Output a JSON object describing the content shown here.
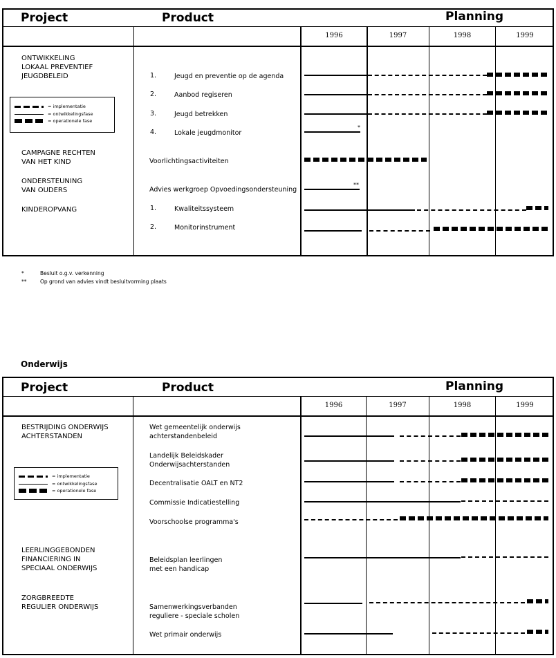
{
  "chart_data": [
    {
      "type": "gantt",
      "title": "",
      "columns": {
        "project": "Project",
        "product": "Product",
        "planning": "Planning"
      },
      "years": [
        "1996",
        "1997",
        "1998",
        "1999"
      ],
      "legend": [
        {
          "style": "dashed",
          "label": "= implementatie"
        },
        {
          "style": "solid",
          "label": "= ontwikkelingsfase"
        },
        {
          "style": "thick-dashed",
          "label": "= operationele fase"
        }
      ],
      "projects": [
        {
          "name": "ONTWIKKELING LOKAAL PREVENTIEF JEUGDBELEID",
          "products": [
            {
              "num": "1.",
              "name": "Jeugd en preventie op de agenda",
              "phases": [
                {
                  "phase": "ontwikkelingsfase",
                  "from": 1996.0,
                  "to": 1997.0
                },
                {
                  "phase": "implementatie",
                  "from": 1997.0,
                  "to": 1998.9
                },
                {
                  "phase": "operationele fase",
                  "from": 1998.9,
                  "to": 2000.0
                }
              ]
            },
            {
              "num": "2.",
              "name": "Aanbod regiseren",
              "phases": [
                {
                  "phase": "ontwikkelingsfase",
                  "from": 1996.0,
                  "to": 1997.0
                },
                {
                  "phase": "implementatie",
                  "from": 1997.0,
                  "to": 1998.9
                },
                {
                  "phase": "operationele fase",
                  "from": 1998.9,
                  "to": 2000.0
                }
              ]
            },
            {
              "num": "3.",
              "name": "Jeugd betrekken",
              "phases": [
                {
                  "phase": "ontwikkelingsfase",
                  "from": 1996.0,
                  "to": 1997.0
                },
                {
                  "phase": "implementatie",
                  "from": 1997.0,
                  "to": 1998.9
                },
                {
                  "phase": "operationele fase",
                  "from": 1998.9,
                  "to": 2000.0
                }
              ]
            },
            {
              "num": "4.",
              "name": "Lokale jeugdmonitor",
              "phases": [
                {
                  "phase": "ontwikkelingsfase",
                  "from": 1996.0,
                  "to": 1996.85
                }
              ],
              "marker": "*"
            }
          ]
        },
        {
          "name": "CAMPAGNE RECHTEN VAN HET KIND",
          "products": [
            {
              "num": "",
              "name": "Voorlichtingsactiviteiten",
              "phases": [
                {
                  "phase": "operationele fase",
                  "from": 1996.0,
                  "to": 1998.0
                }
              ]
            }
          ]
        },
        {
          "name": "ONDERSTEUNING VAN OUDERS",
          "products": [
            {
              "num": "",
              "name": "Advies werkgroep Opvoedingsondersteuning",
              "phases": [
                {
                  "phase": "ontwikkelingsfase",
                  "from": 1996.0,
                  "to": 1996.85
                }
              ],
              "marker": "**"
            }
          ]
        },
        {
          "name": "KINDEROPVANG",
          "products": [
            {
              "num": "1.",
              "name": "Kwaliteitssysteem",
              "phases": [
                {
                  "phase": "ontwikkelingsfase",
                  "from": 1996.0,
                  "to": 1997.75
                },
                {
                  "phase": "implementatie",
                  "from": 1997.75,
                  "to": 1999.75
                },
                {
                  "phase": "operationele fase",
                  "from": 1999.75,
                  "to": 2000.0
                }
              ]
            },
            {
              "num": "2.",
              "name": "Monitorinstrument",
              "phases": [
                {
                  "phase": "ontwikkelingsfase",
                  "from": 1996.0,
                  "to": 1996.9
                },
                {
                  "phase": "implementatie",
                  "from": 1997.0,
                  "to": 1998.0
                },
                {
                  "phase": "operationele fase",
                  "from": 1998.0,
                  "to": 2000.0
                }
              ]
            }
          ]
        }
      ],
      "footnotes": [
        {
          "mark": "*",
          "text": "Besluit o.g.v. verkenning"
        },
        {
          "mark": "**",
          "text": "Op grond van advies vindt besluitvorming plaats"
        }
      ]
    },
    {
      "type": "gantt",
      "title": "Onderwijs",
      "columns": {
        "project": "Project",
        "product": "Product",
        "planning": "Planning"
      },
      "years": [
        "1996",
        "1997",
        "1998",
        "1999"
      ],
      "legend": [
        {
          "style": "dashed",
          "label": "= implementatie"
        },
        {
          "style": "solid",
          "label": "= ontwikkelingsfase"
        },
        {
          "style": "thick-dashed",
          "label": "= operationele fase"
        }
      ],
      "projects": [
        {
          "name": "BESTRIJDING ONDERWIJS ACHTERSTANDEN",
          "products": [
            {
              "name": "Wet gemeentelijk onderwijs achterstandenbeleid",
              "phases": [
                {
                  "phase": "ontwikkelingsfase",
                  "from": 1996.0,
                  "to": 1997.4
                },
                {
                  "phase": "implementatie",
                  "from": 1997.4,
                  "to": 1998.5
                },
                {
                  "phase": "operationele fase",
                  "from": 1998.5,
                  "to": 2000.0
                }
              ]
            },
            {
              "name": "Landelijk Beleidskader Onderwijsachterstanden",
              "phases": [
                {
                  "phase": "ontwikkelingsfase",
                  "from": 1996.0,
                  "to": 1997.4
                },
                {
                  "phase": "implementatie",
                  "from": 1997.4,
                  "to": 1998.5
                },
                {
                  "phase": "operationele fase",
                  "from": 1998.5,
                  "to": 2000.0
                }
              ]
            },
            {
              "name": "Decentralisatie OALT en NT2",
              "phases": [
                {
                  "phase": "ontwikkelingsfase",
                  "from": 1996.0,
                  "to": 1997.4
                },
                {
                  "phase": "implementatie",
                  "from": 1997.4,
                  "to": 1998.5
                },
                {
                  "phase": "operationele fase",
                  "from": 1998.5,
                  "to": 2000.0
                }
              ]
            },
            {
              "name": "Commissie Indicatiestelling",
              "phases": [
                {
                  "phase": "ontwikkelingsfase",
                  "from": 1996.0,
                  "to": 1998.5
                },
                {
                  "phase": "implementatie",
                  "from": 1998.5,
                  "to": 2000.0
                }
              ]
            },
            {
              "name": "Voorschoolse programma's",
              "phases": [
                {
                  "phase": "implementatie",
                  "from": 1996.0,
                  "to": 1997.5
                },
                {
                  "phase": "operationele fase",
                  "from": 1997.5,
                  "to": 2000.0
                }
              ]
            }
          ]
        },
        {
          "name": "LEERLINGGEBONDEN FINANCIERING IN SPECIAAL ONDERWIJS",
          "products": [
            {
              "name": "Beleidsplan leerlingen met een handicap",
              "phases": [
                {
                  "phase": "ontwikkelingsfase",
                  "from": 1996.0,
                  "to": 1998.5
                },
                {
                  "phase": "implementatie",
                  "from": 1998.5,
                  "to": 2000.0
                }
              ]
            }
          ]
        },
        {
          "name": "ZORGBREEDTE REGULIER ONDERWIJS",
          "products": [
            {
              "name": "Samenwerkingsverbanden reguliere - speciale scholen",
              "phases": [
                {
                  "phase": "ontwikkelingsfase",
                  "from": 1996.0,
                  "to": 1996.9
                },
                {
                  "phase": "implementatie",
                  "from": 1997.0,
                  "to": 1999.5
                },
                {
                  "phase": "operationele fase",
                  "from": 1999.5,
                  "to": 2000.0
                }
              ]
            },
            {
              "name": "Wet primair onderwijs",
              "phases": [
                {
                  "phase": "ontwikkelingsfase",
                  "from": 1996.0,
                  "to": 1997.9
                },
                {
                  "phase": "implementatie",
                  "from": 1998.0,
                  "to": 1999.5
                },
                {
                  "phase": "operationele fase",
                  "from": 1999.5,
                  "to": 2000.0
                }
              ]
            }
          ]
        }
      ]
    }
  ],
  "t1": {
    "project_header": "Project",
    "product_header": "Product",
    "planning_header": "Planning",
    "years": [
      "1996",
      "1997",
      "1998",
      "1999"
    ],
    "projects": [
      "ONTWIKKELING\nLOKAAL PREVENTIEF\nJEUGDBELEID",
      "CAMPAGNE RECHTEN\nVAN HET KIND",
      "ONDERSTEUNING\nVAN OUDERS",
      "KINDEROPVANG"
    ],
    "products": [
      {
        "num": "1.",
        "name": "Jeugd en preventie op de agenda"
      },
      {
        "num": "2.",
        "name": "Aanbod regiseren"
      },
      {
        "num": "3.",
        "name": "Jeugd betrekken"
      },
      {
        "num": "4.",
        "name": "Lokale jeugdmonitor"
      },
      {
        "num": "",
        "name": "Voorlichtingsactiviteiten"
      },
      {
        "num": "",
        "name": "Advies werkgroep Opvoedingsondersteuning"
      },
      {
        "num": "1.",
        "name": "Kwaliteitssysteem"
      },
      {
        "num": "2.",
        "name": "Monitorinstrument"
      }
    ],
    "legend": [
      "= implementatie",
      "= ontwikkelingsfase",
      "= operationele fase"
    ],
    "markers": [
      "*",
      "**"
    ],
    "footnotes": [
      {
        "mark": "*",
        "text": "Besluit o.g.v. verkenning"
      },
      {
        "mark": "**",
        "text": "Op grond van advies vindt besluitvorming plaats"
      }
    ]
  },
  "t2": {
    "section_title": "Onderwijs",
    "project_header": "Project",
    "product_header": "Product",
    "planning_header": "Planning",
    "years": [
      "1996",
      "1997",
      "1998",
      "1999"
    ],
    "projects": [
      "BESTRIJDING ONDERWIJS\nACHTERSTANDEN",
      "LEERLINGGEBONDEN\nFINANCIERING IN\nSPECIAAL ONDERWIJS",
      "ZORGBREEDTE\nREGULIER ONDERWIJS"
    ],
    "products": [
      "Wet gemeentelijk onderwijs\nachterstandenbeleid",
      "Landelijk Beleidskader\nOnderwijsachterstanden",
      "Decentralisatie OALT en NT2",
      "Commissie Indicatiestelling",
      "Voorschoolse programma's",
      "Beleidsplan leerlingen\nmet een handicap",
      "Samenwerkingsverbanden\nreguliere - speciale scholen",
      "Wet primair onderwijs"
    ],
    "legend": [
      "= implementatie",
      "= ontwikkelingsfase",
      "= operationele fase"
    ]
  }
}
